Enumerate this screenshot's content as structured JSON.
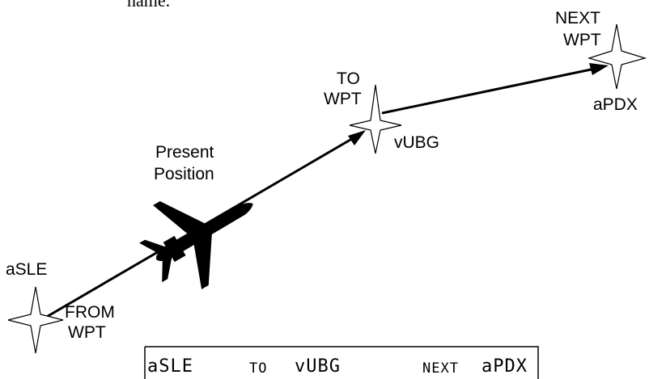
{
  "fragment_text": "name.",
  "waypoints": {
    "from": {
      "ident": "aSLE",
      "role": "FROM",
      "role2": "WPT"
    },
    "to": {
      "ident": "vUBG",
      "role": "TO",
      "role2": "WPT"
    },
    "next": {
      "ident": "aPDX",
      "role": "NEXT",
      "role2": "WPT"
    }
  },
  "aircraft": {
    "line1": "Present",
    "line2": "Position"
  },
  "display": {
    "from_ident": "aSLE",
    "to_label": "TO",
    "to_ident": "vUBG",
    "next_label": "NEXT",
    "next_ident": "aPDX"
  },
  "colors": {
    "line": "#000000",
    "star_fill": "#ffffff",
    "background": "#ffffff"
  }
}
